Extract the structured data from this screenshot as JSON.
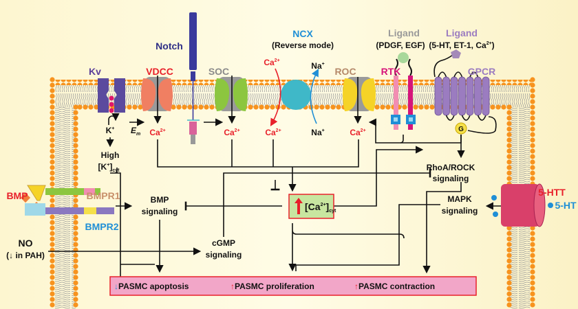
{
  "colors": {
    "background": "#fdf8d8",
    "lipid_head": "#f7931e",
    "kv": "#5b4a9e",
    "vdcc": "#f07f62",
    "soc": "#8cc63f",
    "ncx": "#3fb8c8",
    "roc": "#f5d327",
    "rtk_light": "#f28db2",
    "rtk_dark": "#d6147a",
    "gpcr": "#9b7cc0",
    "notch": "#3a3a9c",
    "ca_box": "#c8e6a0",
    "outcome_box": "#f2a6c8",
    "red_text": "#e8202a",
    "blue_text": "#1f8fd6"
  },
  "channels": {
    "kv": "Kv",
    "vdcc": "VDCC",
    "notch": "Notch",
    "soc": "SOC",
    "ncx": "NCX",
    "ncx_mode": "(Reverse mode)",
    "roc": "ROC",
    "rtk": "RTK",
    "gpcr": "GPCR",
    "ligand_rtk": "Ligand",
    "ligand_rtk_examples": "(PDGF, EGF)",
    "ligand_gpcr": "Ligand",
    "ligand_gpcr_examples_pre": "(5-HT, ET-1, Ca",
    "ligand_gpcr_examples_sup": "2+",
    "ligand_gpcr_examples_post": ")",
    "g_protein": "G"
  },
  "ions": {
    "ca": "Ca",
    "ca_charge": "2+",
    "na": "Na",
    "na_charge": "+",
    "k": "K",
    "k_charge": "+",
    "em": "E",
    "em_sub": "m"
  },
  "signals": {
    "high_k_line1": "High",
    "high_k_base": "[K",
    "high_k_sup": "+",
    "high_k_close": "]",
    "high_k_sub": "cyt",
    "rhoa_line1": "RhoA/ROCK",
    "rhoa_line2": "signaling",
    "bmp_line1": "BMP",
    "bmp_line2": "signaling",
    "mapk_line1": "MAPK",
    "mapk_line2": "signaling",
    "cgmp_line1": "cGMP",
    "cgmp_line2": "signaling",
    "ca_cyt_base": "[Ca",
    "ca_cyt_sup": "2+",
    "ca_cyt_close": "]",
    "ca_cyt_sub": "cyt",
    "no_line1": "NO",
    "no_line2": "(↓ in PAH)"
  },
  "receptors": {
    "bmp": "BMP",
    "bmpr1": "BMPR1",
    "bmpr2": "BMPR2",
    "htt": "5-HTT",
    "ht": "5-HT"
  },
  "outcomes": [
    {
      "arrow": "↓",
      "label": "PASMC apoptosis",
      "arrow_color": "#1f8fd6"
    },
    {
      "arrow": "↑",
      "label": "PASMC proliferation",
      "arrow_color": "#e8202a"
    },
    {
      "arrow": "↑",
      "label": "PASMC contraction",
      "arrow_color": "#e8202a"
    }
  ]
}
